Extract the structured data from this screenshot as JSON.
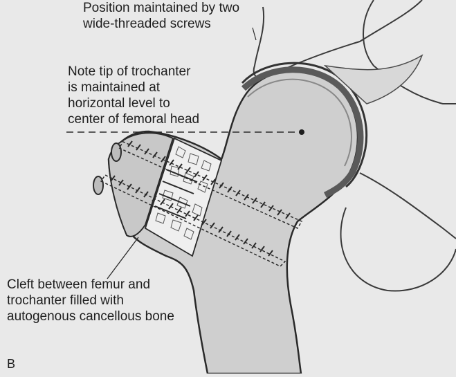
{
  "annotations": {
    "screws": {
      "lines": [
        "Position maintained by two",
        "wide-threaded screws"
      ]
    },
    "trochanter_tip": {
      "lines": [
        "Note tip of trochanter",
        "is maintained at",
        "horizontal level to",
        "center of femoral head"
      ]
    },
    "cleft": {
      "lines": [
        "Cleft between femur and",
        "trochanter filled with",
        "autogenous cancellous bone"
      ]
    }
  },
  "panel_letter": "B",
  "colors": {
    "background": "#e9e9e9",
    "bone_fill": "#cfcfcf",
    "cartilage": "#5a5a5a",
    "outline": "#2a2a2a",
    "graft": "#efefef"
  }
}
